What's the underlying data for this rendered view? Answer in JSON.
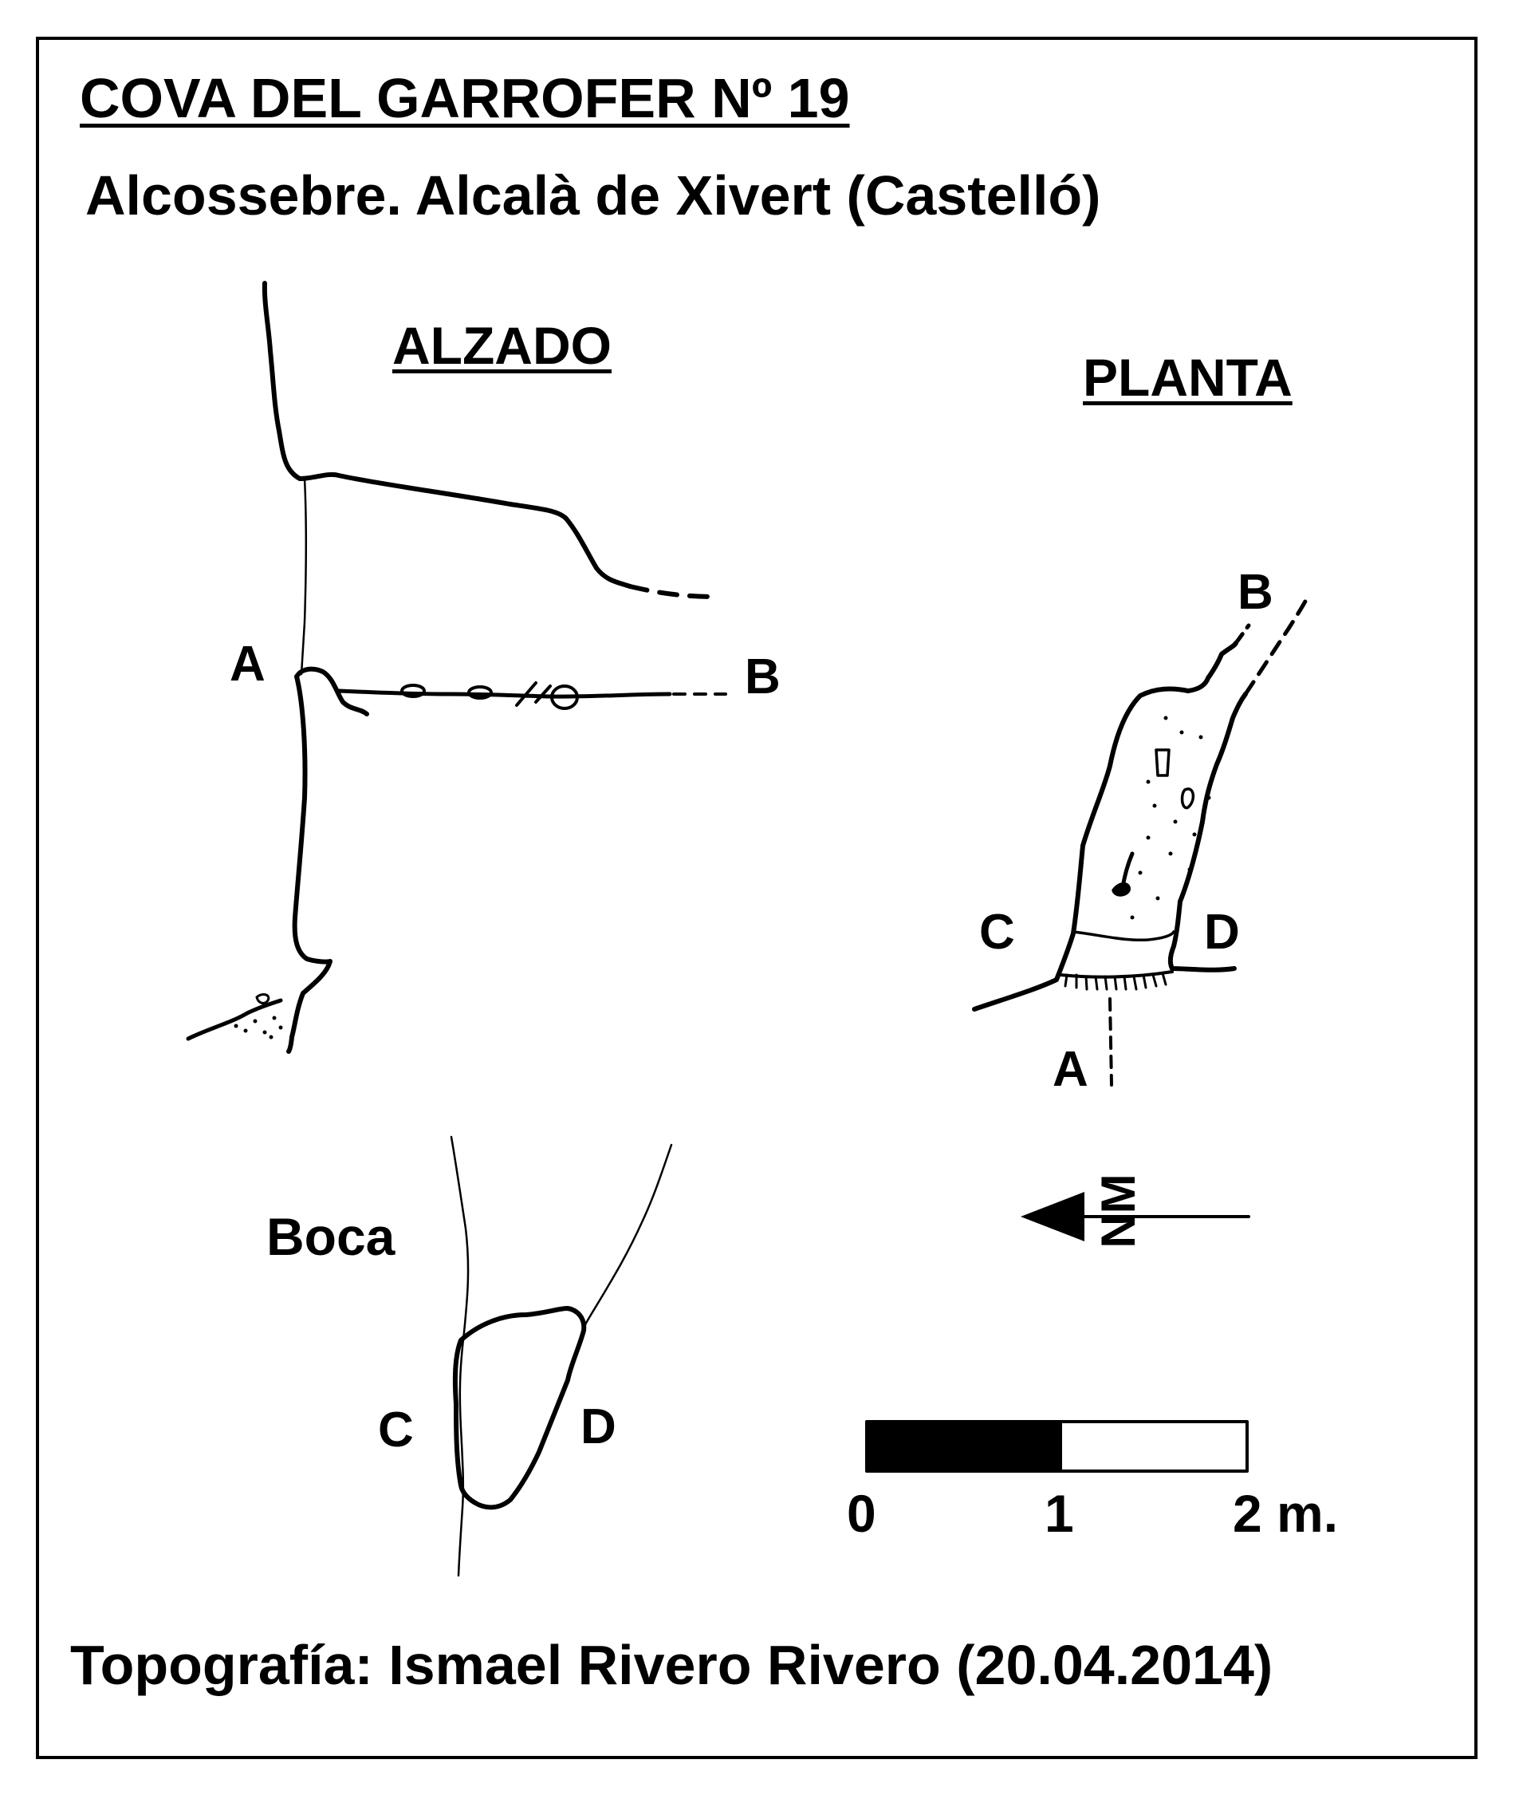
{
  "header": {
    "title": "COVA DEL GARROFER Nº 19",
    "location": "Alcossebre. Alcalà de Xivert (Castelló)"
  },
  "views": {
    "elevation": {
      "heading": "ALZADO",
      "labels": {
        "a": "A",
        "b": "B"
      }
    },
    "plan": {
      "heading": "PLANTA",
      "labels": {
        "a": "A",
        "b": "B",
        "c": "C",
        "d": "D"
      }
    },
    "entrance": {
      "heading": "Boca",
      "labels": {
        "c": "C",
        "d": "D"
      }
    }
  },
  "north_arrow": {
    "label": "NM"
  },
  "scale_bar": {
    "ticks": [
      "0",
      "1",
      "2 m."
    ],
    "segments_filled": [
      true,
      false
    ]
  },
  "footer": {
    "credit": "Topografía: Ismael Rivero Rivero (20.04.2014)"
  }
}
